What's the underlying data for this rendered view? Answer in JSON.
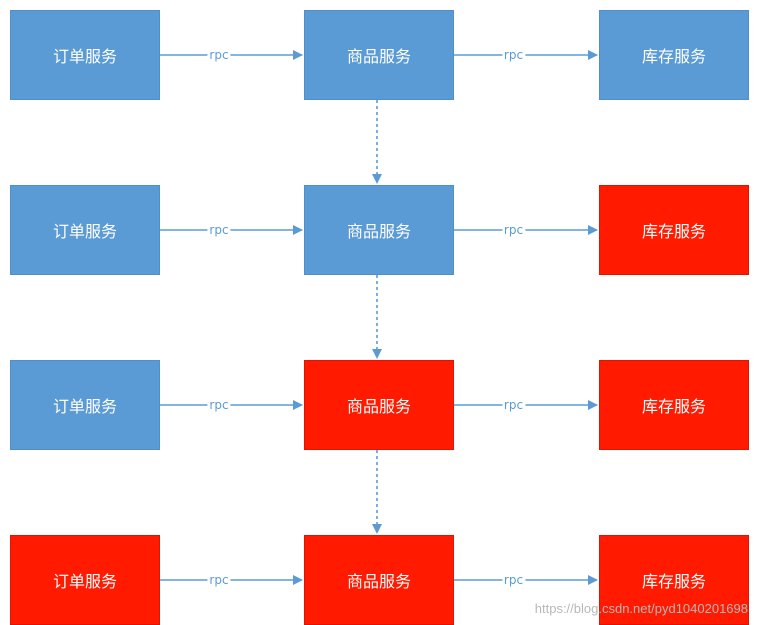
{
  "labels": {
    "order": "订单服务",
    "product": "商品服务",
    "inventory": "库存服务",
    "rpc": "rpc"
  },
  "colors": {
    "ok": "#5b9bd5",
    "fail": "#ff1a00",
    "arrow": "#5b9bd5"
  },
  "rows": [
    {
      "order": "ok",
      "product": "ok",
      "inventory": "ok"
    },
    {
      "order": "ok",
      "product": "ok",
      "inventory": "fail"
    },
    {
      "order": "ok",
      "product": "fail",
      "inventory": "fail"
    },
    {
      "order": "fail",
      "product": "fail",
      "inventory": "fail"
    }
  ],
  "watermark": "https://blog.csdn.net/pyd1040201698"
}
